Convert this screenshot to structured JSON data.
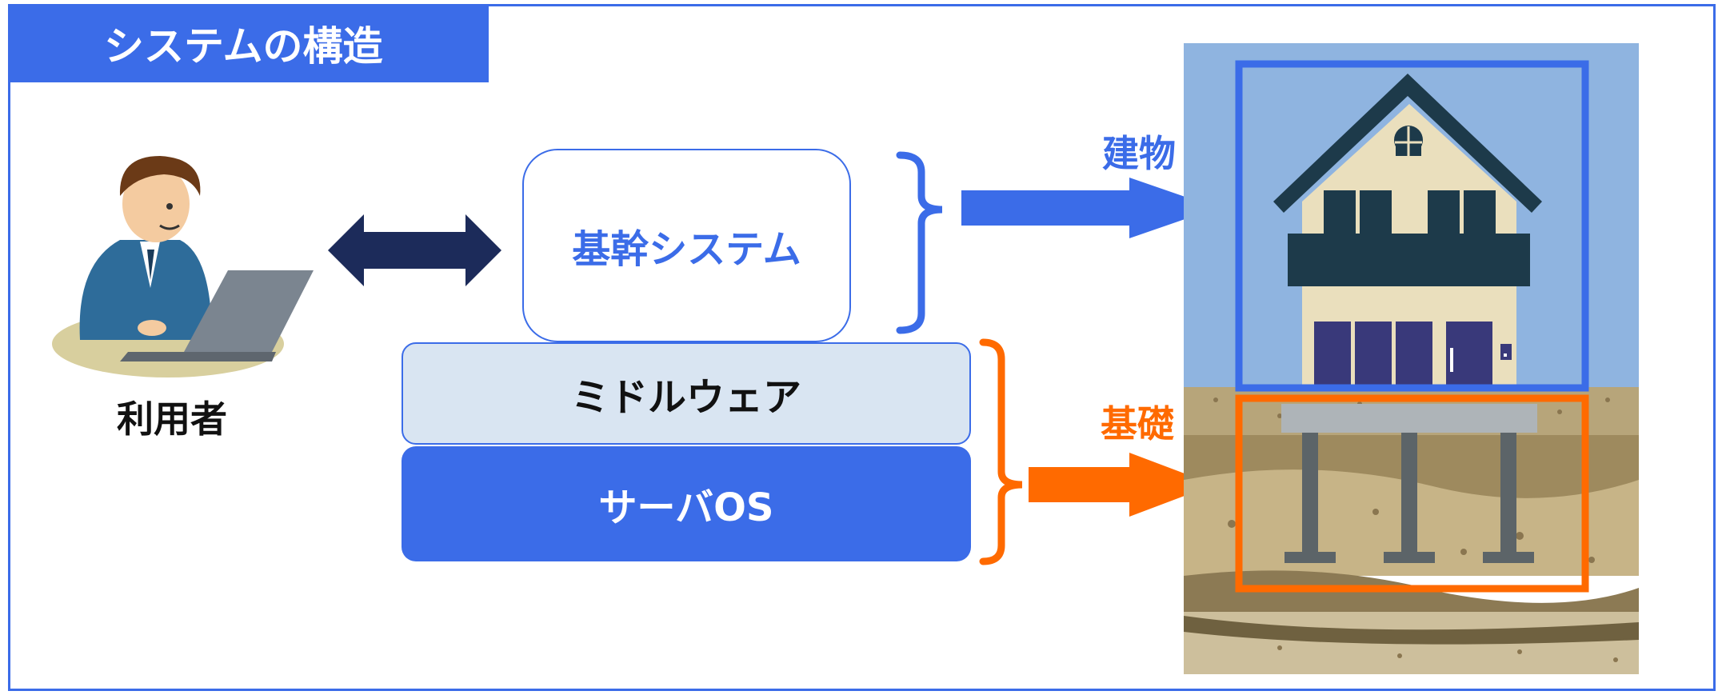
{
  "title": "システムの構造",
  "user_label": "利用者",
  "boxes": {
    "core_system": "基幹システム",
    "middleware": "ミドルウェア",
    "server_os": "サーバOS"
  },
  "labels": {
    "building": "建物",
    "foundation": "基礎"
  },
  "colors": {
    "accent_blue": "#3b6ce8",
    "accent_orange": "#ff6a00",
    "dark_navy": "#1c2b5a",
    "middleware_fill": "#d9e5f2"
  }
}
